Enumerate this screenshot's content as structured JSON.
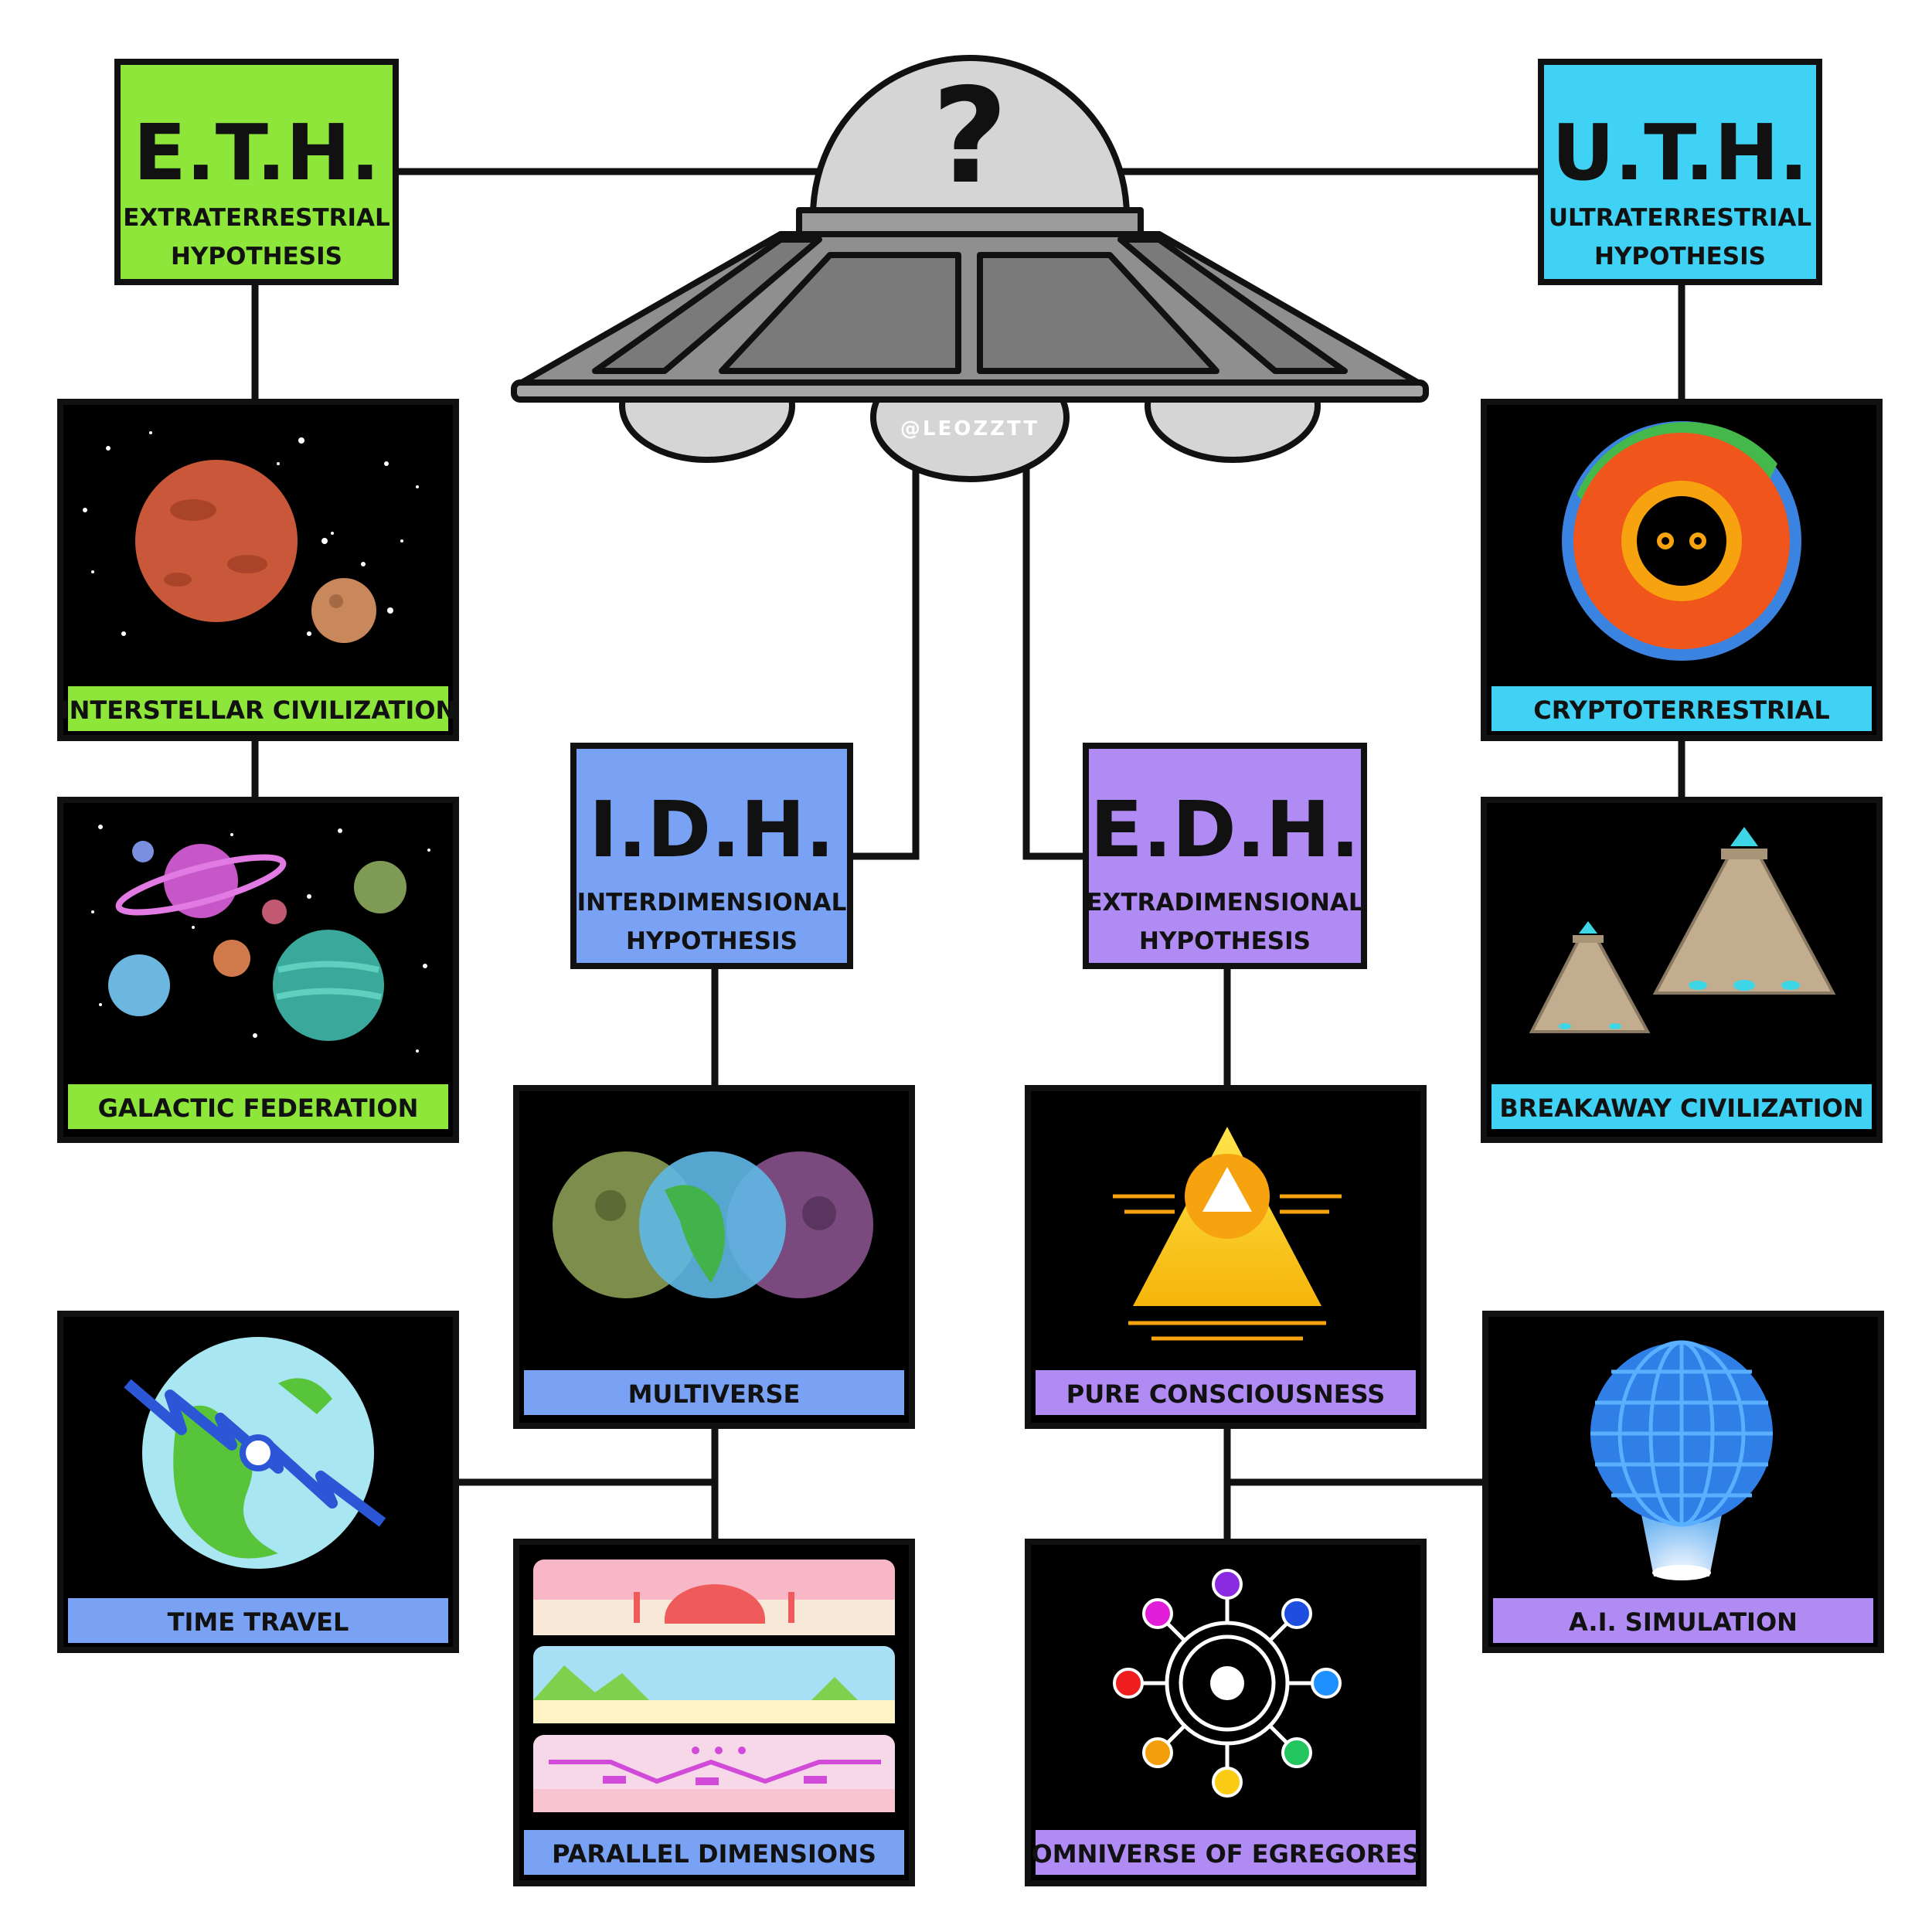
{
  "saucer": {
    "mark": "?",
    "watermark": "@LEOZZTT",
    "icon": "flying-saucer-icon"
  },
  "colors": {
    "eth": "#8ee63a",
    "uth": "#3fd2f5",
    "idh": "#7aa2f4",
    "edh": "#b08bf3",
    "frame": "#111111",
    "panel": "#000000"
  },
  "hypotheses": {
    "eth": {
      "abbr": "E.T.H.",
      "line1": "EXTRATERRESTRIAL",
      "line2": "HYPOTHESIS"
    },
    "uth": {
      "abbr": "U.T.H.",
      "line1": "ULTRATERRESTRIAL",
      "line2": "HYPOTHESIS"
    },
    "idh": {
      "abbr": "I.D.H.",
      "line1": "INTERDIMENSIONAL",
      "line2": "HYPOTHESIS"
    },
    "edh": {
      "abbr": "E.D.H.",
      "line1": "EXTRADIMENSIONAL",
      "line2": "HYPOTHESIS"
    }
  },
  "cards": {
    "interstellar": {
      "label": "INTERSTELLAR CIVILIZATION",
      "icon": "planets-icon"
    },
    "galactic": {
      "label": "GALACTIC FEDERATION",
      "icon": "planet-system-icon"
    },
    "crypto": {
      "label": "CRYPTOTERRESTRIAL",
      "icon": "hollow-earth-icon"
    },
    "breakaway": {
      "label": "BREAKAWAY CIVILIZATION",
      "icon": "pyramid-ships-icon"
    },
    "multiverse": {
      "label": "MULTIVERSE",
      "icon": "overlapping-worlds-icon"
    },
    "pure": {
      "label": "PURE CONSCIOUSNESS",
      "icon": "glowing-pyramid-icon"
    },
    "timetravel": {
      "label": "TIME TRAVEL",
      "icon": "globe-lightning-icon"
    },
    "ai": {
      "label": "A.I. SIMULATION",
      "icon": "wireframe-sphere-icon"
    },
    "parallel": {
      "label": "PARALLEL DIMENSIONS",
      "icon": "stacked-landscapes-icon"
    },
    "omniverse": {
      "label": "OMNIVERSE OF EGREGORES",
      "icon": "node-wheel-icon"
    }
  }
}
